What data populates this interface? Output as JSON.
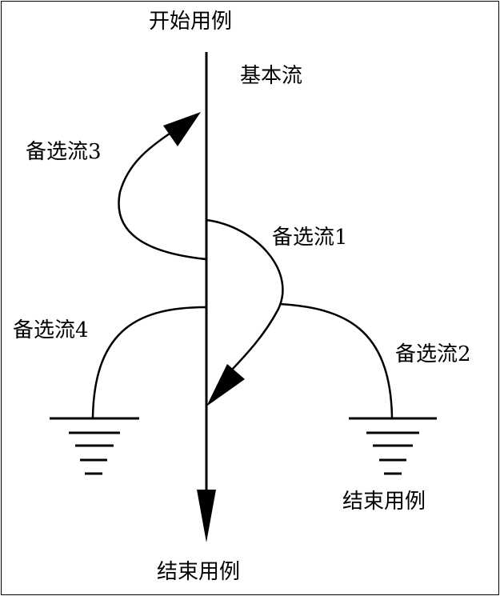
{
  "labels": {
    "start": "开始用例",
    "basic_flow": "基本流",
    "alt_flow_1": "备选流1",
    "alt_flow_2": "备选流2",
    "alt_flow_3": "备选流3",
    "alt_flow_4": "备选流4",
    "end_right": "结束用例",
    "end_bottom": "结束用例"
  },
  "colors": {
    "line": "#000000",
    "background": "#ffffff"
  },
  "icons": {
    "ground_left": "ground-symbol-icon",
    "ground_right": "ground-symbol-icon",
    "arrowheads": "arrowhead-icon"
  }
}
